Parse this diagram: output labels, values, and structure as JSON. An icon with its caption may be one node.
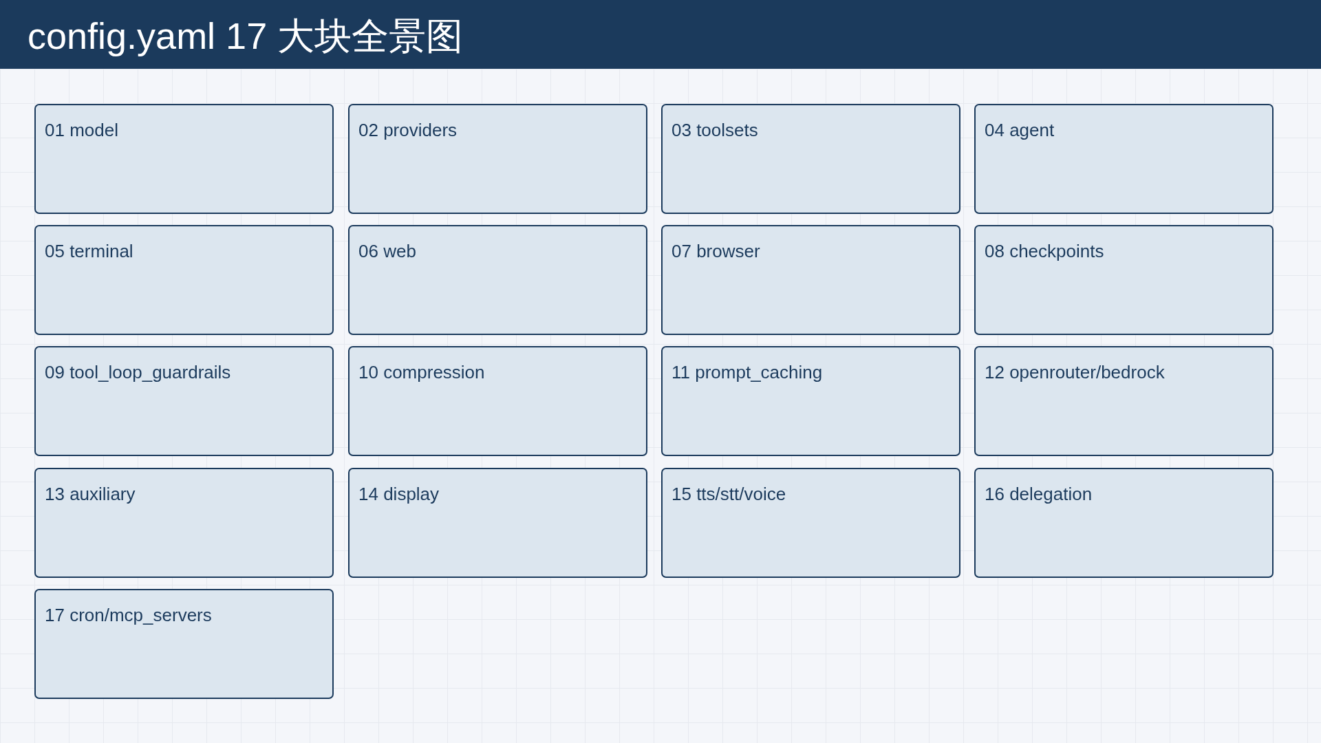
{
  "diagram": {
    "title": "config.yaml 17 大块全景图",
    "nodes": [
      {
        "text": [
          "01 model"
        ]
      },
      {
        "text": [
          "02 providers"
        ]
      },
      {
        "text": [
          "03 toolsets"
        ]
      },
      {
        "text": [
          "04 agent"
        ]
      },
      {
        "text": [
          "05 terminal"
        ]
      },
      {
        "text": [
          "06 web"
        ]
      },
      {
        "text": [
          "07 browser"
        ]
      },
      {
        "text": [
          "08 checkpoints"
        ]
      },
      {
        "text": [
          "09 tool_loop_guardrails"
        ]
      },
      {
        "text": [
          "10 compression"
        ]
      },
      {
        "text": [
          "11 prompt_caching"
        ]
      },
      {
        "text": [
          "12 openrouter/bedrock"
        ]
      },
      {
        "text": [
          "13 auxiliary"
        ]
      },
      {
        "text": [
          "14 display"
        ]
      },
      {
        "text": [
          "15 tts/stt/voice"
        ]
      },
      {
        "text": [
          "16 delegation"
        ]
      },
      {
        "text": [
          "17 cron/mcp_servers"
        ]
      }
    ]
  }
}
